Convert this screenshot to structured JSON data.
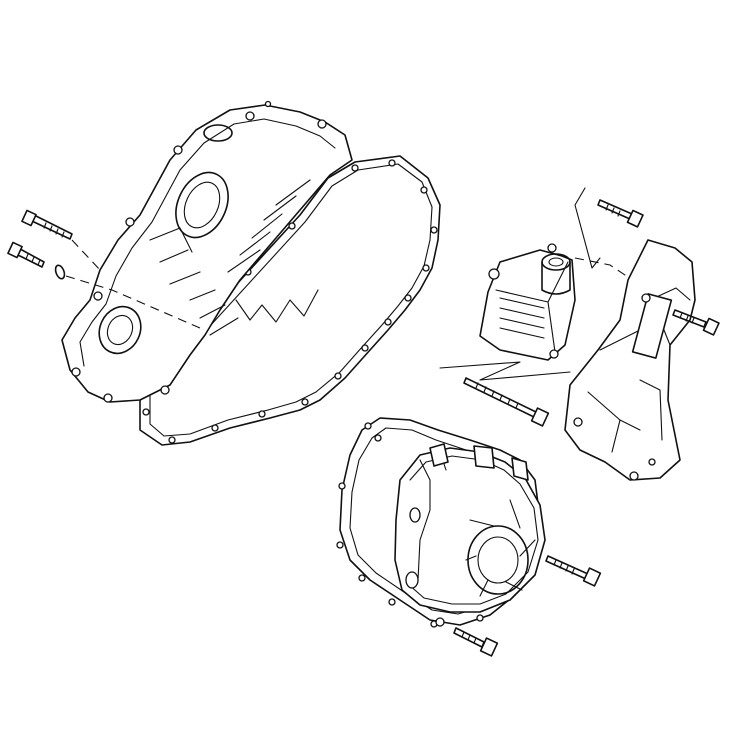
{
  "diagram": {
    "parts": [
      {
        "name": "clutch-cover",
        "icon": "clutch-cover-icon"
      },
      {
        "name": "clutch-cover-gasket",
        "icon": "gasket-icon"
      },
      {
        "name": "generator-cover",
        "icon": "generator-cover-icon"
      },
      {
        "name": "generator-cover-gasket",
        "icon": "gasket-icon"
      },
      {
        "name": "sprocket-cover",
        "icon": "sprocket-cover-icon"
      },
      {
        "name": "cover-bracket",
        "icon": "bracket-icon"
      },
      {
        "name": "bolts",
        "icon": "bolt-icon"
      },
      {
        "name": "washers",
        "icon": "washer-icon"
      }
    ],
    "colors": {
      "line": "#111111",
      "background": "#ffffff"
    }
  }
}
